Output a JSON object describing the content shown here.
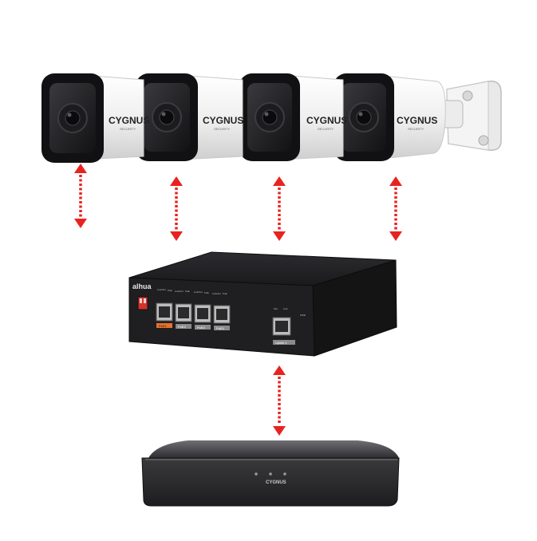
{
  "cameras": [
    {
      "brand": "CYGNUS",
      "sub": "SECURITY"
    },
    {
      "brand": "CYGNUS",
      "sub": "SECURITY"
    },
    {
      "brand": "CYGNUS",
      "sub": "SECURITY"
    },
    {
      "brand": "CYGNUS",
      "sub": "SECURITY"
    }
  ],
  "switch": {
    "brand": "alhua",
    "port_labels": [
      "PoE1",
      "PoE2",
      "PoE3",
      "PoE4"
    ],
    "uplink_label": "Uplink 1",
    "led_labels": [
      "Link/Act",
      "PoE",
      "Link/Act",
      "PoE",
      "Link/Act",
      "PoE",
      "Link/Act",
      "PoE"
    ],
    "right_led_labels": [
      "Pwr",
      "Link",
      "PWR"
    ]
  },
  "nvr": {
    "brand": "CYGNUS"
  },
  "colors": {
    "arrow": "#e8231f",
    "device_dark": "#1c1c1e",
    "camera_body": "#f2f2f2"
  },
  "icons": [
    "camera-icon",
    "arrow-updown-icon",
    "poe-switch-icon",
    "nvr-icon"
  ]
}
